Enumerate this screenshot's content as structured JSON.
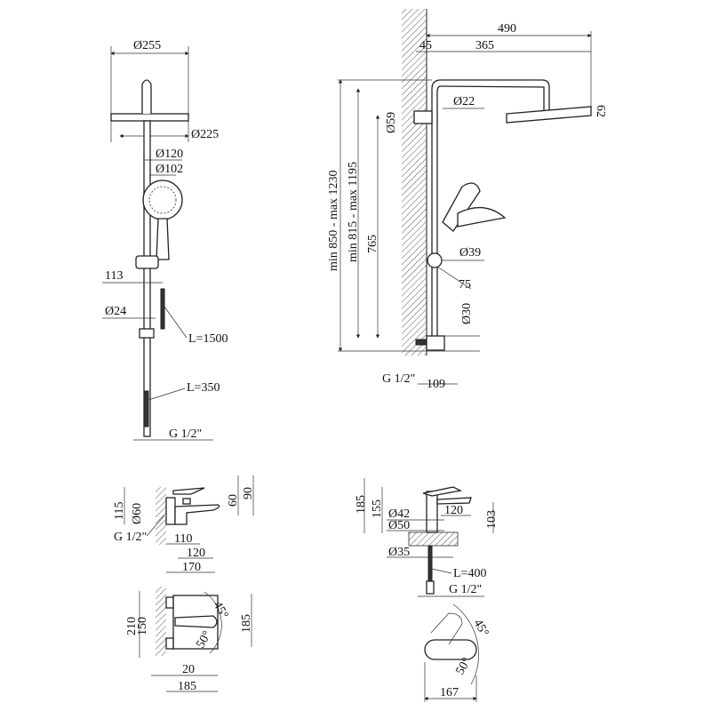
{
  "shower_rail_view": {
    "head_diameter": "Ø255",
    "plate_diameter": "Ø225",
    "hand_shower_outer": "Ø120",
    "hand_shower_inner": "Ø102",
    "holder_offset": "113",
    "rail_diameter": "Ø24",
    "hose_length": "L=1500",
    "lower_hose_length": "L=350",
    "thread": "G 1/2\""
  },
  "shower_column_view": {
    "arm_total": "490",
    "wall_offset": "45",
    "arm_length": "365",
    "pipe_diameter": "Ø22",
    "head_thickness": "62",
    "bracket_diameter": "Ø59",
    "height_total": "min 850 - max 1230",
    "height_pipe": "min 815 - max 1195",
    "height_bracket": "765",
    "slider_diameter": "Ø39",
    "slider_offset": "75",
    "mixer_diameter": "Ø30",
    "thread": "G 1/2\"",
    "mixer_depth": "109"
  },
  "bath_mixer_side": {
    "height": "115",
    "escutcheon": "Ø60",
    "handle_height": "60",
    "total_height": "90",
    "thread": "G 1/2\"",
    "spout_a": "110",
    "spout_b": "120",
    "depth": "170"
  },
  "bath_mixer_top": {
    "width_total": "210",
    "centers": "150",
    "angle_left": "45°",
    "depth": "185",
    "angle_right": "50°",
    "offset": "20",
    "total": "185"
  },
  "basin_mixer_side": {
    "total_height": "185",
    "body_height": "155",
    "body_diameter": "Ø42",
    "base_diameter": "Ø50",
    "spout_reach": "120",
    "spout_height": "103",
    "hole_diameter": "Ø35",
    "hose_length": "L=400",
    "thread": "G 1/2\""
  },
  "basin_mixer_top": {
    "angle_left": "45°",
    "angle_right": "50°",
    "length": "167"
  }
}
